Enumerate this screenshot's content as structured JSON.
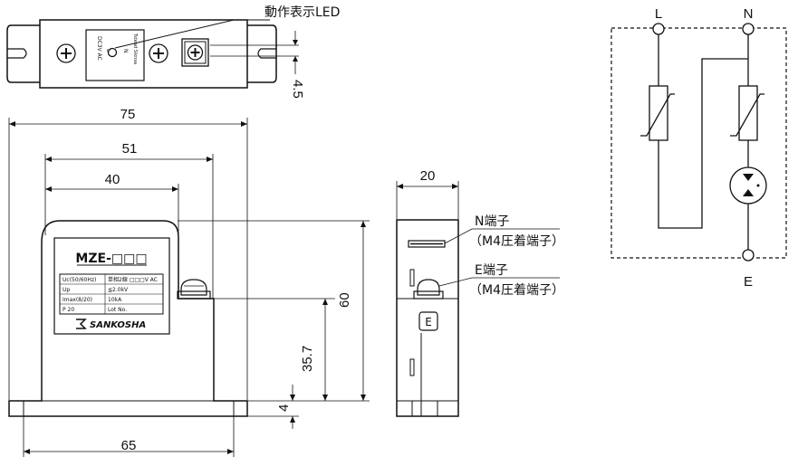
{
  "top_view": {
    "led_label": "動作表示LED",
    "plate_text": [
      "DC3V AC",
      "L",
      "N",
      "Tstead Siknsa"
    ],
    "dim_4_5": "4.5"
  },
  "front_view": {
    "dim_75": "75",
    "dim_51": "51",
    "dim_40": "40",
    "dim_65": "65",
    "dim_60": "60",
    "dim_35_7": "35.7",
    "dim_4": "4",
    "model": "MZE-□□□",
    "nameplate": {
      "rows": [
        [
          "Uc(50/60Hz)",
          "単相2線 □□□V AC"
        ],
        [
          "Up",
          "≦2.0kV"
        ],
        [
          "Imax(8/20)",
          "10kA"
        ],
        [
          "P 20",
          "Lot No."
        ]
      ],
      "brand": "SANKOSHA"
    }
  },
  "side_view": {
    "dim_20": "20",
    "n_terminal": "N端子",
    "n_terminal_note": "（M4圧着端子）",
    "e_terminal": "E端子",
    "e_terminal_note": "（M4圧着端子）",
    "e_mark": "E"
  },
  "schematic": {
    "label_l": "L",
    "label_n": "N",
    "label_e": "E"
  }
}
